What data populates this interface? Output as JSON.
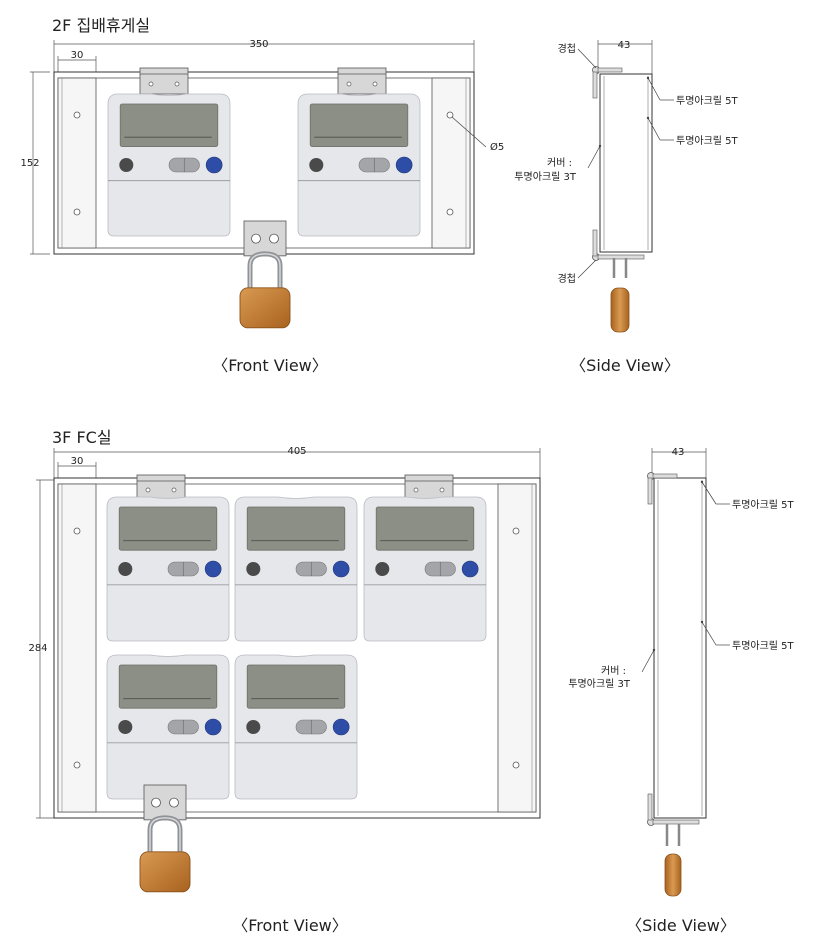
{
  "section_2f": {
    "title": "2F 집배휴게실",
    "front": {
      "caption": "〈Front View〉",
      "dim_width": "350",
      "dim_inset": "30",
      "dim_height": "152",
      "hole_label": "Ø5",
      "meter_count": 2
    },
    "side": {
      "caption": "〈Side View〉",
      "dim_depth": "43",
      "hinge_top": "경첩",
      "hinge_bottom": "경첩",
      "acrylic_top": "투명아크릴 5T",
      "acrylic_mid": "투명아크릴 5T",
      "cover_line1": "커버 :",
      "cover_line2": "투명아크릴 3T"
    }
  },
  "section_3f": {
    "title": "3F FC실",
    "front": {
      "caption": "〈Front View〉",
      "dim_width": "405",
      "dim_inset": "30",
      "dim_height": "284",
      "meter_count": 5
    },
    "side": {
      "caption": "〈Side View〉",
      "dim_depth": "43",
      "acrylic_top": "투명아크릴 5T",
      "acrylic_mid": "투명아크릴 5T",
      "cover_line1": "커버 :",
      "cover_line2": "투명아크릴 3T"
    }
  },
  "colors": {
    "meter_body": "#e6e7ea",
    "meter_screen": "#8c8f86",
    "button_dark": "#4a4a4a",
    "button_blue": "#2e4da6",
    "padlock_body": "#c47d37",
    "hinge": "#d7d7d7",
    "line": "#333333"
  }
}
